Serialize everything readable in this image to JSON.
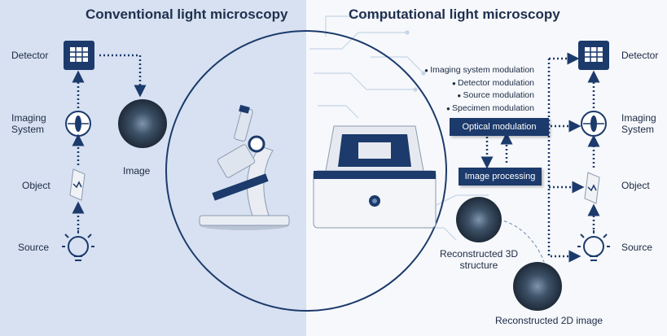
{
  "left": {
    "title": "Conventional light microscopy",
    "detector": "Detector",
    "imaging_system": [
      "Imaging",
      "System"
    ],
    "object": "Object",
    "source": "Source",
    "image": "Image"
  },
  "right": {
    "title": "Computational light microscopy",
    "modulations": [
      "Imaging system modulation",
      "Detector modulation",
      "Source modulation",
      "Specimen modulation"
    ],
    "optical_modulation": "Optical modulation",
    "image_processing": "Image processing",
    "detector": "Detector",
    "imaging_system": [
      "Imaging",
      "System"
    ],
    "object": "Object",
    "source": "Source",
    "reconstructed_3d": [
      "Reconstructed 3D",
      "structure"
    ],
    "reconstructed_2d": "Reconstructed 2D image"
  },
  "colors": {
    "navy": "#1c3a6b",
    "left_bg": "#d7e1f1",
    "cell": "#2b3a4f"
  }
}
